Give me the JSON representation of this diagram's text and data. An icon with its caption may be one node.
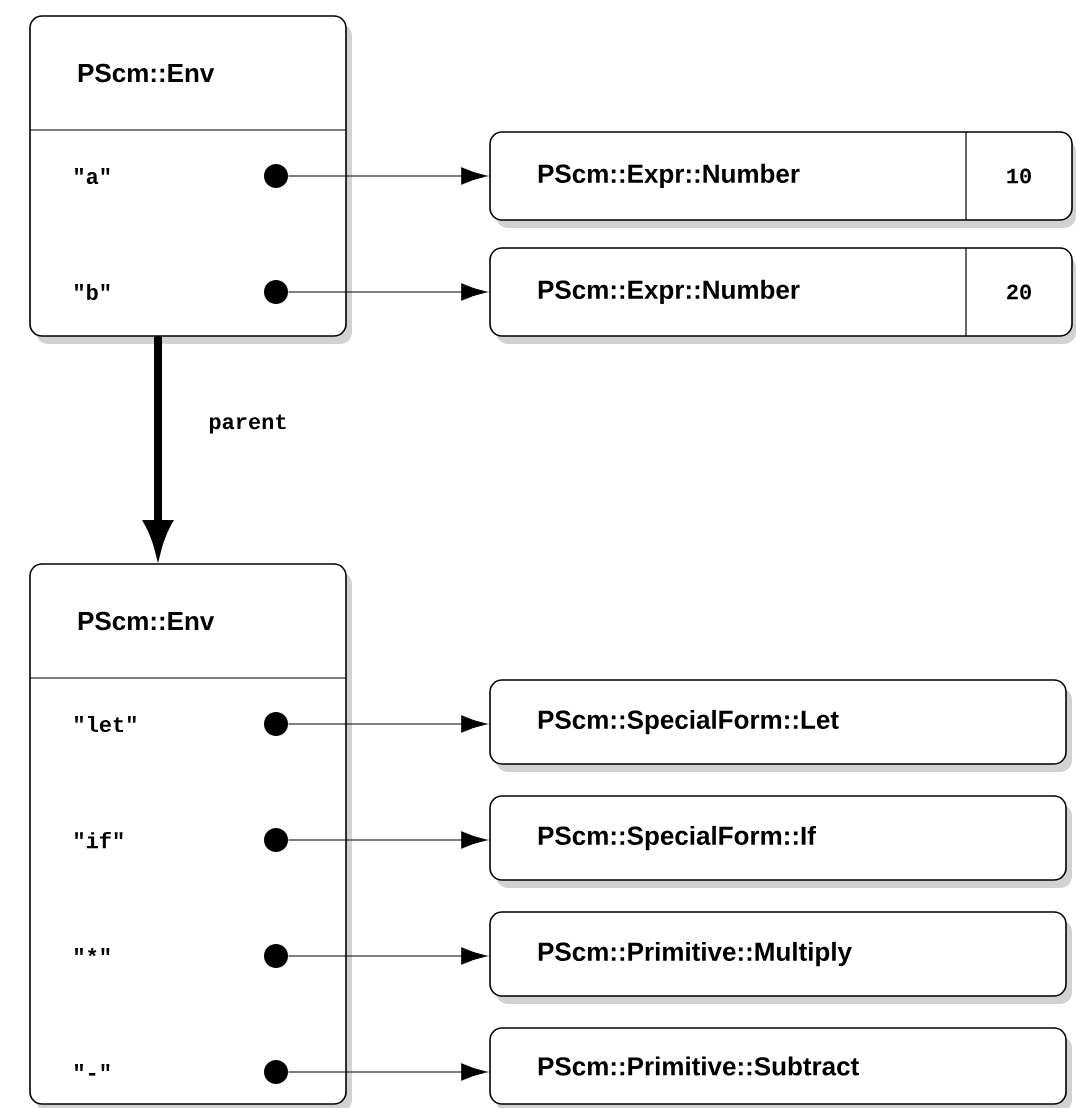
{
  "diagram": {
    "nodes": [
      {
        "text": [
          "PScm::Env"
        ]
      },
      {
        "text": [],
        "shape": "circle",
        "in": 0
      },
      {
        "text": [],
        "shape": "circle",
        "in": 0
      },
      {
        "text": [
          "PScm::Expr::Number",
          "10"
        ]
      },
      {
        "text": [
          "PScm::Expr::Number",
          "20"
        ]
      },
      {
        "text": [
          "PScm::Env"
        ]
      },
      {
        "text": [],
        "shape": "circle",
        "in": 5
      },
      {
        "text": [],
        "shape": "circle",
        "in": 5
      },
      {
        "text": [],
        "shape": "circle",
        "in": 5
      },
      {
        "text": [],
        "shape": "circle",
        "in": 5
      },
      {
        "text": [
          "PScm::SpecialForm::Let"
        ]
      },
      {
        "text": [
          "PScm::SpecialForm::If"
        ]
      },
      {
        "text": [
          "PScm::Primitive::Multiply"
        ]
      },
      {
        "text": [
          "PScm::Primitive::Subtract"
        ]
      }
    ],
    "edges": [
      {
        "from": 1,
        "to": 3,
        "arrow": "to"
      },
      {
        "from": 2,
        "to": 4,
        "arrow": "to"
      },
      {
        "from": 0,
        "to": 5,
        "arrow": "to",
        "label": "parent",
        "style": "thick"
      },
      {
        "from": 6,
        "to": 10,
        "arrow": "to"
      },
      {
        "from": 7,
        "to": 11,
        "arrow": "to"
      },
      {
        "from": 8,
        "to": 12,
        "arrow": "to"
      },
      {
        "from": 9,
        "to": 13,
        "arrow": "to"
      }
    ],
    "labels": [
      "\"a\"",
      "\"b\"",
      "\"let\"",
      "\"if\"",
      "\"*\"",
      "\"-\""
    ]
  }
}
